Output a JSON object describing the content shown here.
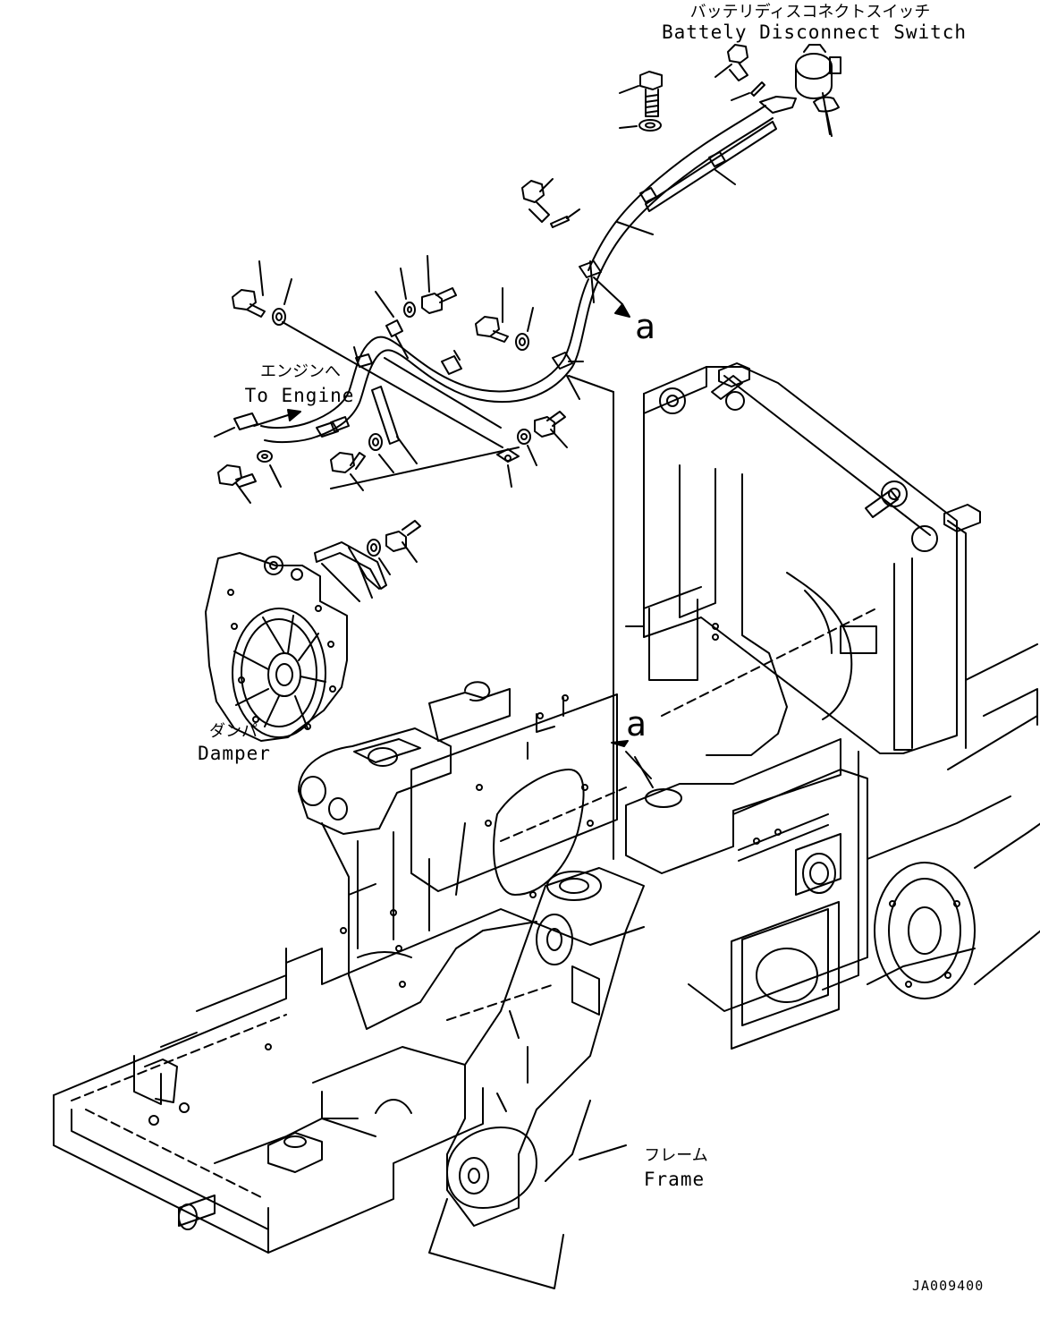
{
  "labels": {
    "switch_jp": "バッテリディスコネクトスイッチ",
    "switch_en": "Battely Disconnect Switch",
    "engine_jp": "エンジンへ",
    "engine_en": "To Engine",
    "damper_jp": "ダンパ",
    "damper_en": "Damper",
    "frame_jp": "フレーム",
    "frame_en": "Frame",
    "callout_a_top": "a",
    "callout_a_bottom": "a",
    "drawing_code": "JA009400"
  },
  "line_color": "#000000",
  "background": "#ffffff"
}
